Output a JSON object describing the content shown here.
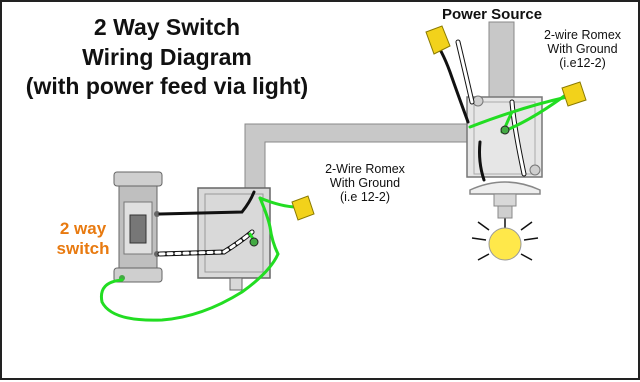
{
  "title": {
    "line1": "2 Way Switch",
    "line2": "Wiring Diagram",
    "line3": "(with power feed via light)"
  },
  "labels": {
    "power_source": "Power Source",
    "romex_top_right": [
      "2-wire Romex",
      "With Ground",
      "(i.e12-2)"
    ],
    "romex_middle": [
      "2-Wire Romex",
      "With Ground",
      "(i.e 12-2)"
    ],
    "switch_label": [
      "2 way",
      "switch"
    ]
  },
  "colors": {
    "cable": "#c8c8c8",
    "ground_wire": "#22dd22",
    "hot_wire": "#111111",
    "neutral_wire": "#ffffff",
    "wire_nut": "#f2d21b",
    "switch_label": "#e87a10",
    "bulb": "#ffe84a",
    "box": "#d9d9d9"
  }
}
